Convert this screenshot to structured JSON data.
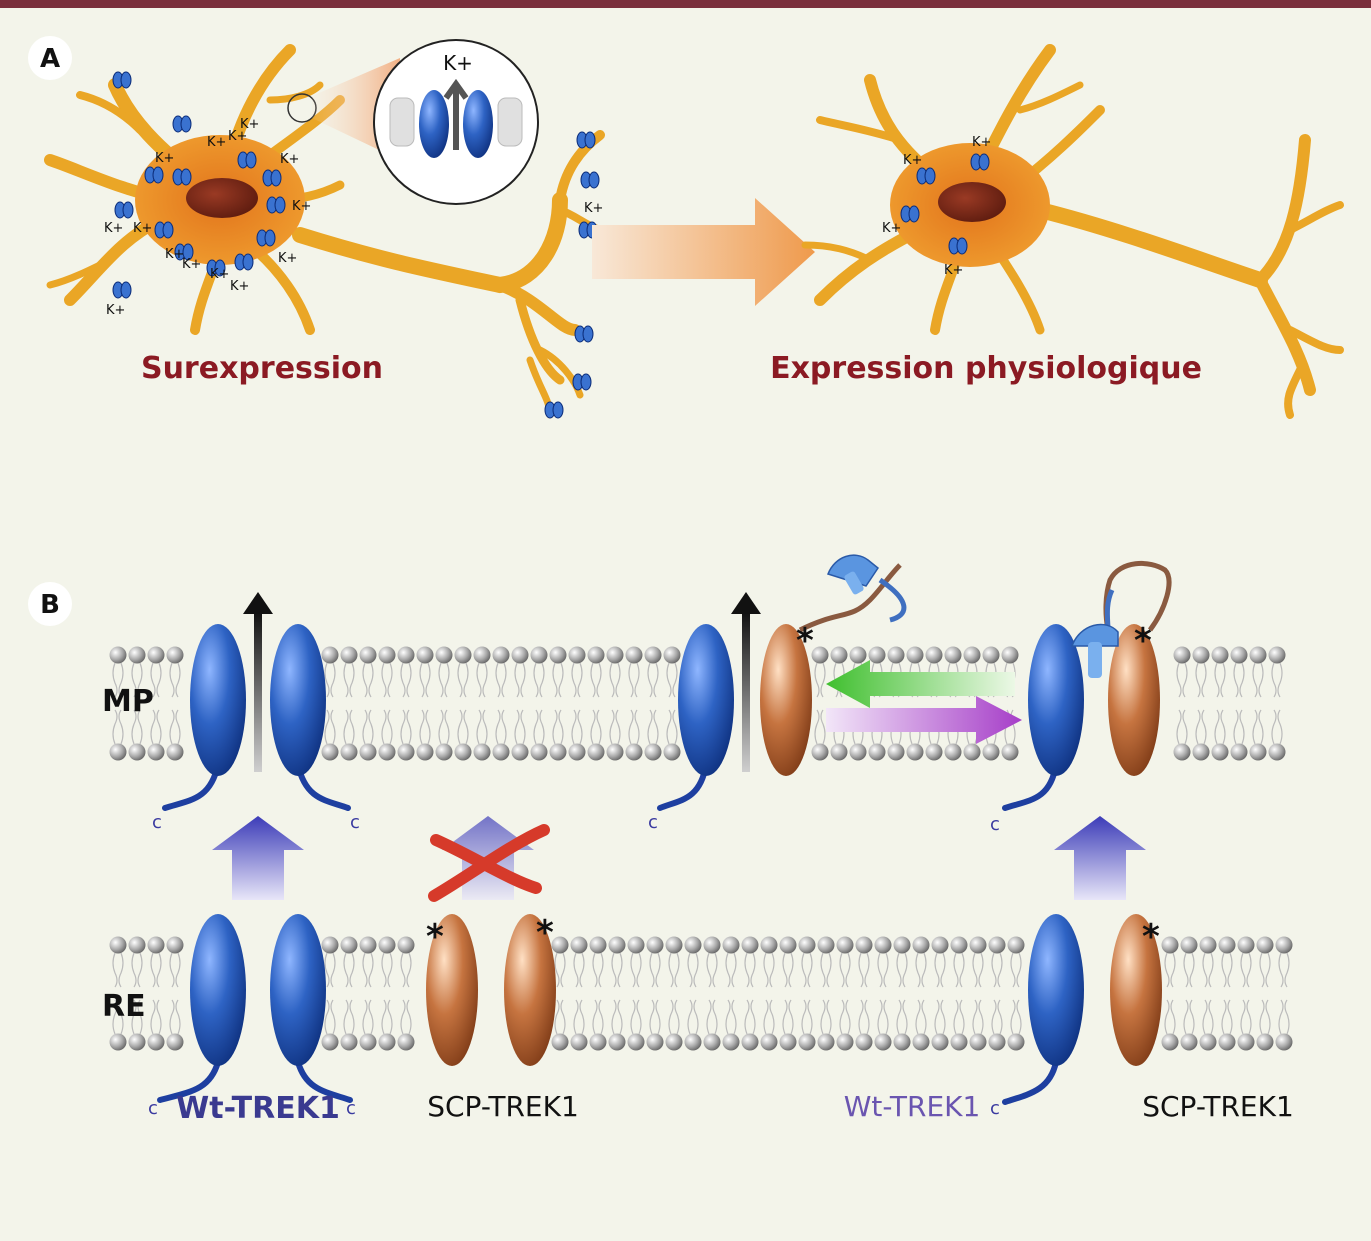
{
  "panel_a": {
    "letter": "A",
    "k_ion": "K+",
    "left_caption": "Surexpression",
    "right_caption": "Expression physiologique"
  },
  "panel_b": {
    "letter": "B",
    "mp_label": "MP",
    "re_label": "RE",
    "c_terminal": "c",
    "wt_bold": "Wt-TREK1",
    "wt_plain": "Wt-TREK1",
    "scp_left": "SCP-TREK1",
    "scp_right": "SCP-TREK1",
    "star": "*"
  },
  "colors": {
    "neuron": "#e8a020",
    "soma": "#e07a18",
    "nucleus": "#7a2a18",
    "channel_blue": "#2457b0",
    "channel_brown": "#b5602e",
    "caption_red": "#8b1a23",
    "arrow_green": "#4ec43c",
    "arrow_purple": "#b04ad0",
    "cross_red": "#d63a2a"
  }
}
